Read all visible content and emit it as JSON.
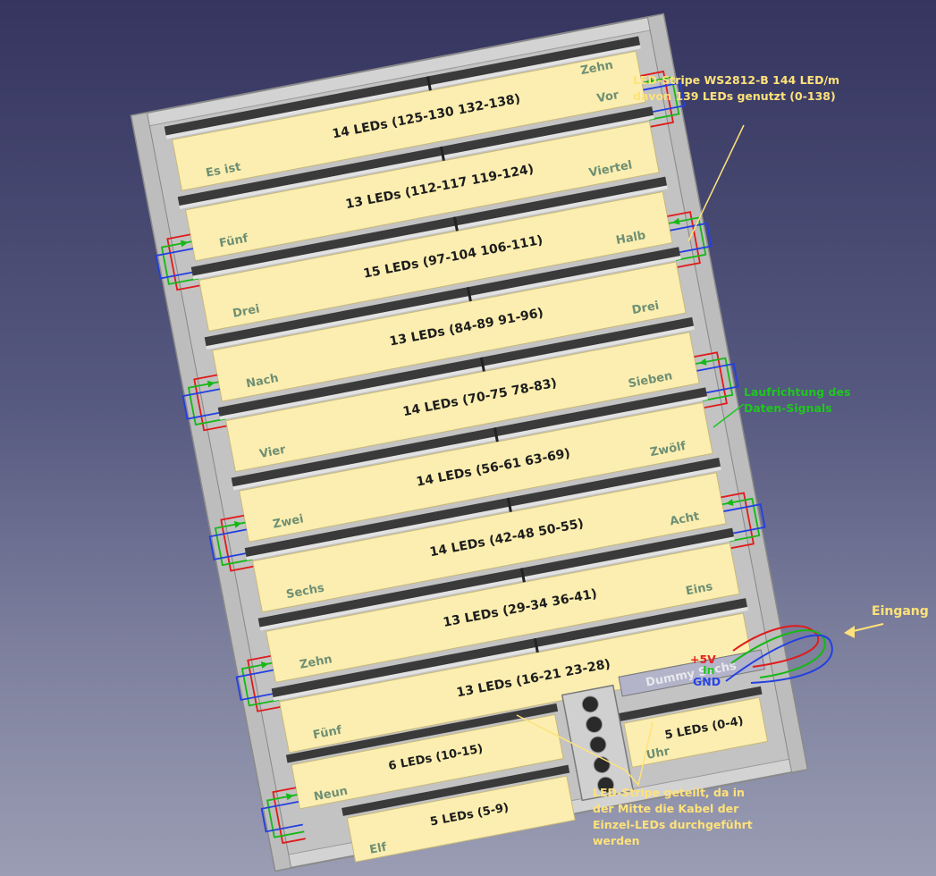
{
  "notes": {
    "stripe_info": "LED-Stripe WS2812-B 144 LED/m\ndavon 139 LEDs genutzt (0-138)",
    "data_direction": "Laufrichtung des\nDaten-Signals",
    "eingang": "Eingang",
    "split_note": "LED-Stripe geteilt, da in\nder Mitte die Kabel der\nEinzel-LEDs durchgeführt\nwerden"
  },
  "pins": {
    "plus5v": "+5V",
    "in": "In",
    "gnd": "GND"
  },
  "dummy_label": "Dummy Sechs",
  "strips": [
    {
      "count": "14 LEDs (125-130 132-138)",
      "left_word": "Es ist",
      "right_word": "Vor",
      "upper_word": "Zehn"
    },
    {
      "count": "13 LEDs (112-117 119-124)",
      "left_word": "Fünf",
      "right_word": "Viertel"
    },
    {
      "count": "15 LEDs (97-104 106-111)",
      "left_word": "Drei",
      "right_word": "Halb"
    },
    {
      "count": "13 LEDs (84-89 91-96)",
      "left_word": "Nach",
      "right_word": "Drei"
    },
    {
      "count": "14 LEDs (70-75 78-83)",
      "left_word": "Vier",
      "right_word": "Sieben"
    },
    {
      "count": "14 LEDs (56-61 63-69)",
      "left_word": "Zwei",
      "right_word": "Zwölf"
    },
    {
      "count": "14 LEDs (42-48 50-55)",
      "left_word": "Sechs",
      "right_word": "Acht"
    },
    {
      "count": "13 LEDs (29-34 36-41)",
      "left_word": "Zehn",
      "right_word": "Eins"
    },
    {
      "count": "13 LEDs (16-21 23-28)",
      "left_word": "Fünf",
      "right_word": ""
    }
  ],
  "short_strips": [
    {
      "count": "6 LEDs (10-15)",
      "word": "Neun"
    },
    {
      "count": "5 LEDs (5-9)",
      "word": "Elf"
    },
    {
      "count": "5 LEDs (0-4)",
      "word": "Uhr"
    }
  ],
  "colors": {
    "strip": "#fbeeb0",
    "frame": "#cfcfcf",
    "wire_red": "#e01b1b",
    "wire_green": "#16b816",
    "wire_blue": "#2340e0",
    "label_word": "#6f8f74",
    "note_yellow": "#ffe27a"
  }
}
